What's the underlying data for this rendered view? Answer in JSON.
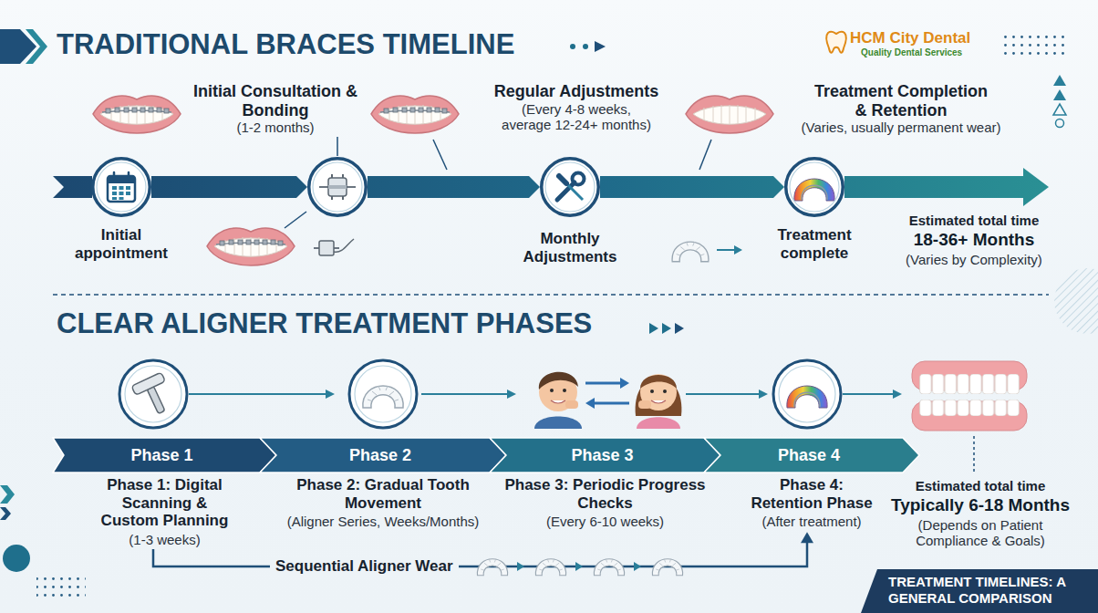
{
  "diagram": {
    "title": "TRADITIONAL BRACES TIMELINE",
    "caption": "TREATMENT TIMELINES: A GENERAL COMPARISON",
    "nodes": [
      {
        "text": [
          "Initial appointment"
        ]
      },
      {
        "text": [
          "Initial Consultation & Bonding",
          "(1-2 months)"
        ]
      },
      {
        "text": [
          "Regular Adjustments",
          "(Every 4-8 weeks, average 12-24+ months)",
          "Monthly Adjustments"
        ]
      },
      {
        "text": [
          "Treatment Completion & Retention",
          "(Varies, usually permanent wear)",
          "Treatment complete"
        ]
      },
      {
        "text": [
          "Phase 1",
          "Phase 1: Digital Scanning & Custom Planning",
          "(1-3 weeks)"
        ]
      },
      {
        "text": [
          "Phase 2",
          "Phase 2: Gradual Tooth Movement",
          "(Aligner Series, Weeks/Months)"
        ]
      },
      {
        "text": [
          "Phase 3",
          "Phase 3: Periodic Progress Checks",
          "(Every 6-10 weeks)"
        ]
      },
      {
        "text": [
          "Phase 4",
          "Phase 4: Retention Phase",
          "(After treatment)"
        ]
      }
    ],
    "edges": [
      {
        "from": 0,
        "to": 1,
        "arrow": "to"
      },
      {
        "from": 1,
        "to": 2,
        "arrow": "to"
      },
      {
        "from": 2,
        "to": 3,
        "arrow": "to"
      },
      {
        "from": 4,
        "to": 7,
        "label": "Sequential Aligner Wear",
        "arrow": "to"
      }
    ],
    "labels": [
      "CLEAR ALIGNER TREATMENT PHASES",
      "Estimated total time",
      "18-36+ Months",
      "(Varies by Complexity)",
      "Estimated total time",
      "Typically 6-18 Months",
      "(Depends on Patient Compliance & Goals)",
      "HCM City Dental",
      "Quality Dental Services"
    ]
  }
}
